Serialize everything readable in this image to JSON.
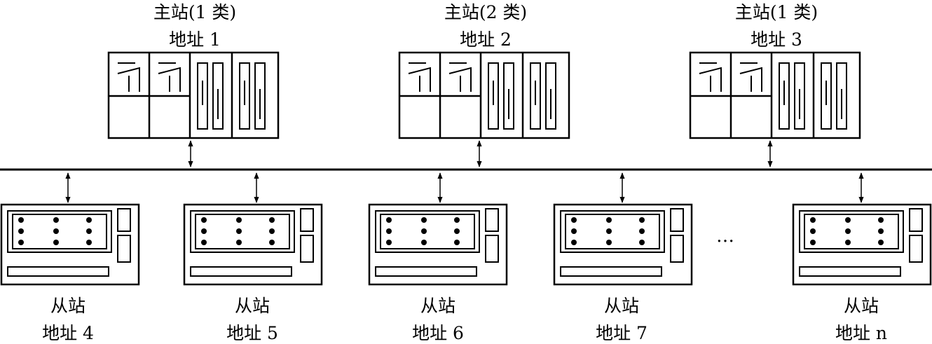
{
  "masters": [
    {
      "title": "主站(1 类)",
      "address": "地址 1"
    },
    {
      "title": "主站(2 类)",
      "address": "地址 2"
    },
    {
      "title": "主站(1 类)",
      "address": "地址 3"
    }
  ],
  "slaves": [
    {
      "title": "从站",
      "address": "地址 4"
    },
    {
      "title": "从站",
      "address": "地址 5"
    },
    {
      "title": "从站",
      "address": "地址 6"
    },
    {
      "title": "从站",
      "address": "地址 7"
    },
    {
      "title": "从站",
      "address": "地址 n"
    }
  ],
  "ellipsis": "…"
}
